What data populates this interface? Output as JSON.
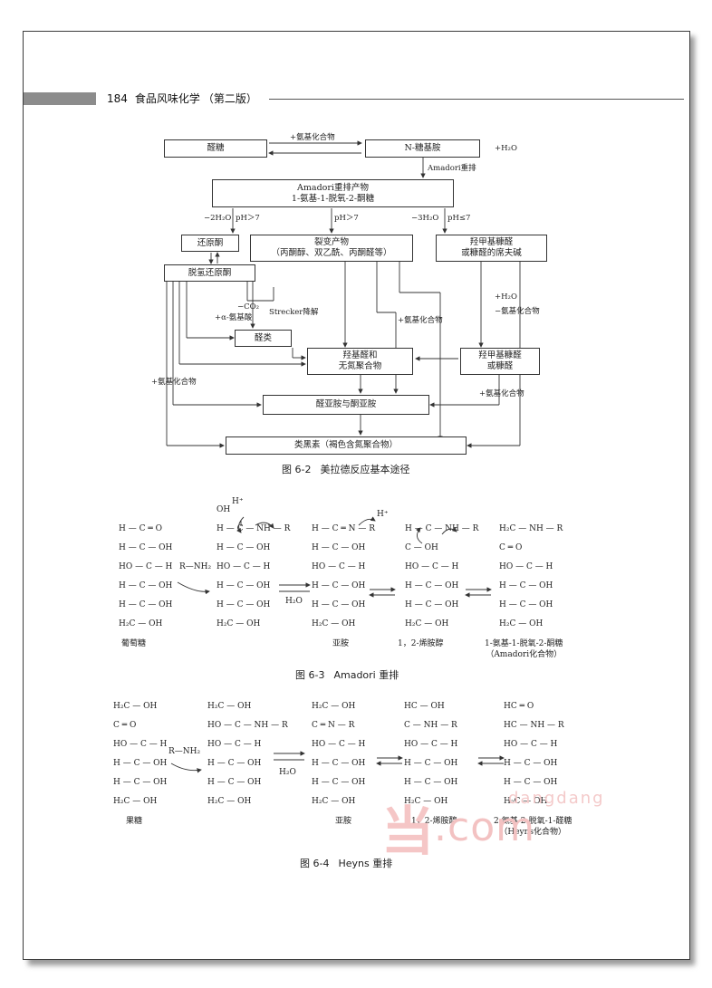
{
  "header": {
    "page_number": "184",
    "book_title": "食品风味化学",
    "edition": "（第二版）"
  },
  "figure_6_2": {
    "caption_no": "图 6-2",
    "caption_text": "美拉德反应基本途径",
    "boxes": {
      "aldose": "醛糖",
      "glycosylamine": "N-糖基胺",
      "amadori_l1": "Amadori重排产物",
      "amadori_l2": "1-氨基-1-脱氧-2-酮糖",
      "reductone": "还原酮",
      "fission_l1": "裂变产物",
      "fission_l2": "（丙酮醇、双乙酰、丙酮醛等）",
      "hmf_l1": "羟甲基糠醛",
      "hmf_l2": "或糠醛的席夫碱",
      "dehydroreductone": "脱氢还原酮",
      "aldehydes": "醛类",
      "hydroxy_l1": "羟基醛和",
      "hydroxy_l2": "无氮聚合物",
      "hmf2_l1": "羟甲基糠醛",
      "hmf2_l2": "或糠醛",
      "imines": "醛亚胺与酮亚胺",
      "melanoidins": "类黑素（褐色含氮聚合物）"
    },
    "labels": {
      "plus_amino_top": "+氨基化合物",
      "plus_h2o_top": "+H₂O",
      "amadori_rearr": "Amadori重排",
      "minus_2h2o": "−2H₂O",
      "ph_gt7_a": "pH＞7",
      "ph_gt7_b": "pH＞7",
      "minus_3h2o": "−3H₂O",
      "ph_le7": "pH≤7",
      "minus_co2": "−CO₂",
      "plus_alpha_aa": "+α-氨基酸",
      "strecker": "Strecker降解",
      "plus_amino_mid": "+氨基化合物",
      "plus_h2o_right": "+H₂O",
      "minus_amino_right": "−氨基化合物",
      "plus_amino_left": "+氨基化合物",
      "plus_amino_right": "+氨基化合物"
    }
  },
  "figure_6_3": {
    "caption_no": "图 6-3",
    "caption_text": "Amadori 重排",
    "reagent": "R—NH₂",
    "water": "H₂O",
    "h_plus_top": "H⁺",
    "h_plus_right": "H⁺",
    "s1": [
      "H — C ═ O",
      "H — C — OH",
      "HO — C — H",
      "H — C — OH",
      "H — C — OH",
      "H₂C — OH"
    ],
    "s2": [
      "OH",
      "H — C — NH — R",
      "H — C — OH",
      "HO — C — H",
      "H — C — OH",
      "H — C — OH",
      "H₂C — OH"
    ],
    "s3": [
      "H — C ═ N — R",
      "H — C — OH",
      "HO — C — H",
      "H — C — OH",
      "H — C — OH",
      "H₂C — OH"
    ],
    "s4": [
      "H — C — NH — R",
      "C — OH",
      "HO — C — H",
      "H — C — OH",
      "H — C — OH",
      "H₂C — OH"
    ],
    "s5": [
      "H₂C — NH — R",
      "C ═ O",
      "HO — C — H",
      "H — C — OH",
      "H — C — OH",
      "H₂C — OH"
    ],
    "name1": "葡萄糖",
    "name3": "亚胺",
    "name4": "1，2-烯胺醇",
    "name5_l1": "1-氨基-1-脱氧-2-酮糖",
    "name5_l2": "（Amadori化合物）"
  },
  "figure_6_4": {
    "caption_no": "图 6-4",
    "caption_text": "Heyns 重排",
    "reagent": "R—NH₂",
    "water": "H₂O",
    "s1": [
      "H₂C — OH",
      "C ═ O",
      "HO — C — H",
      "H — C — OH",
      "H — C — OH",
      "H₂C — OH"
    ],
    "s2": [
      "H₂C — OH",
      "HO — C — NH — R",
      "HO — C — H",
      "H — C — OH",
      "H — C — OH",
      "H₂C — OH"
    ],
    "s3": [
      "H₂C — OH",
      "C ═ N — R",
      "HO — C — H",
      "H — C — OH",
      "H — C — OH",
      "H₂C — OH"
    ],
    "s4": [
      "HC — OH",
      "C — NH — R",
      "HO — C — H",
      "H — C — OH",
      "H — C — OH",
      "H₂C — OH"
    ],
    "s5": [
      "HC ═ O",
      "HC — NH — R",
      "HO — C — H",
      "H — C — OH",
      "H — C — OH",
      "H₂C — OH"
    ],
    "name1": "果糖",
    "name3": "亚胺",
    "name4": "1，2-烯胺醇",
    "name5_l1": "2-氨基-2-脱氧-1-醛糖",
    "name5_l2": "（Heyns化合物）"
  },
  "watermark": {
    "icon": "当",
    "text": ".com",
    "subtext": "dangdang"
  }
}
